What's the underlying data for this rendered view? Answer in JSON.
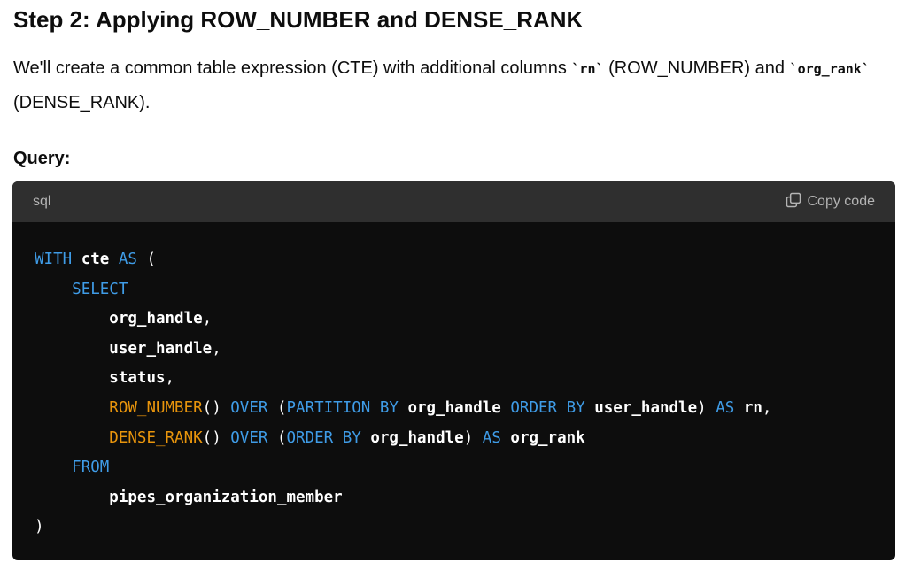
{
  "heading": "Step 2: Applying ROW_NUMBER and DENSE_RANK",
  "paragraph": {
    "part1": "We'll create a common table expression (CTE) with additional columns ",
    "code1": "`rn`",
    "part2": " (ROW_NUMBER) and ",
    "code2": "`org_rank`",
    "part3": " (DENSE_RANK)."
  },
  "query_label": "Query:",
  "code_block": {
    "language": "sql",
    "copy_label": "Copy code",
    "copy_icon": "copy-icon",
    "lines": [
      [
        {
          "t": "kw",
          "v": "WITH"
        },
        {
          "t": "pl",
          "v": " "
        },
        {
          "t": "id",
          "v": "cte"
        },
        {
          "t": "pl",
          "v": " "
        },
        {
          "t": "kw",
          "v": "AS"
        },
        {
          "t": "pl",
          "v": " ("
        }
      ],
      [
        {
          "t": "pl",
          "v": "    "
        },
        {
          "t": "kw",
          "v": "SELECT"
        }
      ],
      [
        {
          "t": "pl",
          "v": "        "
        },
        {
          "t": "id",
          "v": "org_handle"
        },
        {
          "t": "pl",
          "v": ","
        }
      ],
      [
        {
          "t": "pl",
          "v": "        "
        },
        {
          "t": "id",
          "v": "user_handle"
        },
        {
          "t": "pl",
          "v": ","
        }
      ],
      [
        {
          "t": "pl",
          "v": "        "
        },
        {
          "t": "id",
          "v": "status"
        },
        {
          "t": "pl",
          "v": ","
        }
      ],
      [
        {
          "t": "pl",
          "v": "        "
        },
        {
          "t": "fn",
          "v": "ROW_NUMBER"
        },
        {
          "t": "pl",
          "v": "() "
        },
        {
          "t": "kw",
          "v": "OVER"
        },
        {
          "t": "pl",
          "v": " ("
        },
        {
          "t": "kw",
          "v": "PARTITION BY"
        },
        {
          "t": "pl",
          "v": " "
        },
        {
          "t": "id",
          "v": "org_handle"
        },
        {
          "t": "pl",
          "v": " "
        },
        {
          "t": "kw",
          "v": "ORDER BY"
        },
        {
          "t": "pl",
          "v": " "
        },
        {
          "t": "id",
          "v": "user_handle"
        },
        {
          "t": "pl",
          "v": ") "
        },
        {
          "t": "kw",
          "v": "AS"
        },
        {
          "t": "pl",
          "v": " "
        },
        {
          "t": "id",
          "v": "rn"
        },
        {
          "t": "pl",
          "v": ","
        }
      ],
      [
        {
          "t": "pl",
          "v": "        "
        },
        {
          "t": "fn",
          "v": "DENSE_RANK"
        },
        {
          "t": "pl",
          "v": "() "
        },
        {
          "t": "kw",
          "v": "OVER"
        },
        {
          "t": "pl",
          "v": " ("
        },
        {
          "t": "kw",
          "v": "ORDER BY"
        },
        {
          "t": "pl",
          "v": " "
        },
        {
          "t": "id",
          "v": "org_handle"
        },
        {
          "t": "pl",
          "v": ") "
        },
        {
          "t": "kw",
          "v": "AS"
        },
        {
          "t": "pl",
          "v": " "
        },
        {
          "t": "id",
          "v": "org_rank"
        }
      ],
      [
        {
          "t": "pl",
          "v": "    "
        },
        {
          "t": "kw",
          "v": "FROM"
        }
      ],
      [
        {
          "t": "pl",
          "v": "        "
        },
        {
          "t": "id",
          "v": "pipes_organization_member"
        }
      ],
      [
        {
          "t": "pl",
          "v": ")"
        }
      ]
    ]
  },
  "colors": {
    "keyword": "#3f9ce7",
    "function": "#e9950c",
    "code_bg": "#0d0d0d",
    "header_bg": "#2f2f2f"
  }
}
